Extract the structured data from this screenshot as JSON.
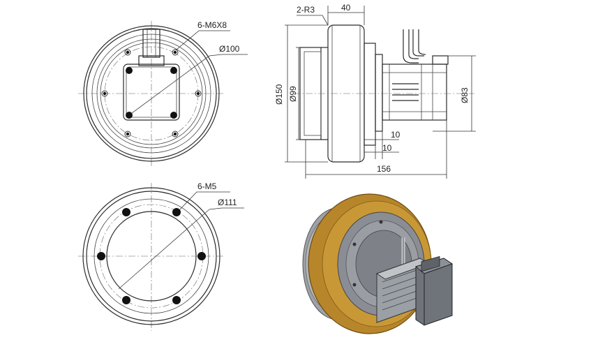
{
  "drawing": {
    "top_view": {
      "thread_callout": "6-M6X8",
      "bolt_circle_diameter": "Ø100"
    },
    "bottom_view": {
      "thread_callout": "6-M5",
      "bolt_circle_diameter": "Ø111"
    },
    "side_view": {
      "fillet_callout": "2-R3",
      "wheel_width": "40",
      "wheel_diameter": "Ø150",
      "hub_diameter": "Ø99",
      "motor_diameter": "Ø83",
      "gap_upper": "10",
      "gap_lower": "10",
      "overall_length": "156"
    }
  },
  "colors": {
    "line": "#2a2a2a",
    "tire": "#b8862a",
    "metal": "#8a8e94",
    "motor": "#6f747b"
  }
}
